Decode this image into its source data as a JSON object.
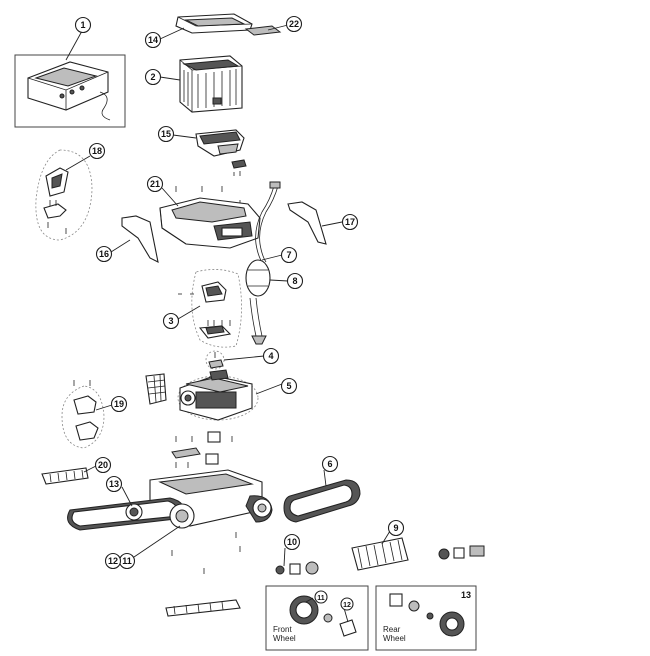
{
  "diagram": {
    "callouts": [
      "1",
      "2",
      "3",
      "4",
      "5",
      "6",
      "7",
      "8",
      "9",
      "10",
      "11",
      "12",
      "11",
      "12",
      "13",
      "14",
      "15",
      "16",
      "17",
      "18",
      "19",
      "20",
      "21",
      "22",
      "13"
    ],
    "front_wheel_box": {
      "line1": "Front",
      "line2": "Wheel"
    },
    "rear_wheel_box": {
      "line1": "Rear",
      "line2": "Wheel"
    }
  }
}
